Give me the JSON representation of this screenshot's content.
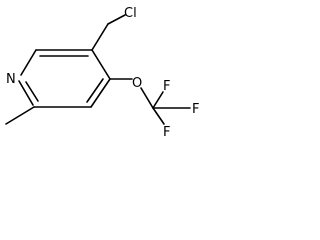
{
  "molecule": {
    "atoms": {
      "nitrogen": "N",
      "chlorine": "Cl",
      "oxygen": "O",
      "fluorine_top": "F",
      "fluorine_right": "F",
      "fluorine_bottom": "F"
    }
  }
}
